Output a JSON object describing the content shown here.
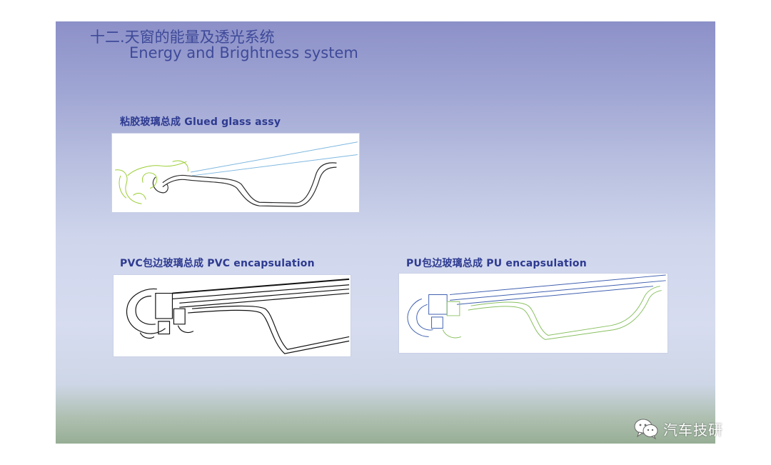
{
  "slide": {
    "title_zh": "十二.天窗的能量及透光系统",
    "title_en": "Energy and Brightness system"
  },
  "panels": [
    {
      "label": "粘胶玻璃总成 Glued glass assy",
      "drawing_color": "#2a2a2a",
      "accent_color": "#9acd32"
    },
    {
      "label": "PVC包边玻璃总成 PVC encapsulation",
      "drawing_color": "#111111"
    },
    {
      "label": "PU包边玻璃总成 PU encapsulation",
      "drawing_color": "#4060b0",
      "accent_color": "#88c060"
    }
  ],
  "watermark": {
    "icon": "wechat-icon",
    "text": "汽车技研"
  }
}
